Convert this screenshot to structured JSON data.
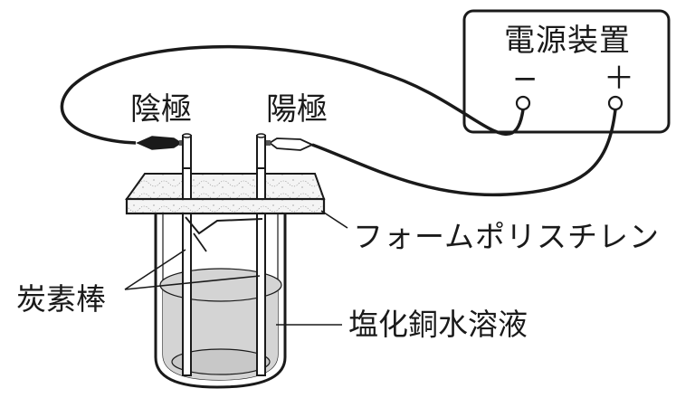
{
  "diagram": {
    "power_supply": {
      "label": "電源装置",
      "negative": "−",
      "positive": "＋"
    },
    "labels": {
      "cathode": "陰極",
      "anode": "陽極",
      "foam": "フォームポリスチレン",
      "carbon_rods": "炭素棒",
      "solution": "塩化銅水溶液"
    },
    "colors": {
      "line": "#1a1a1a",
      "liquid": "#d4d4d4",
      "foam": "#f4f4f4"
    }
  }
}
